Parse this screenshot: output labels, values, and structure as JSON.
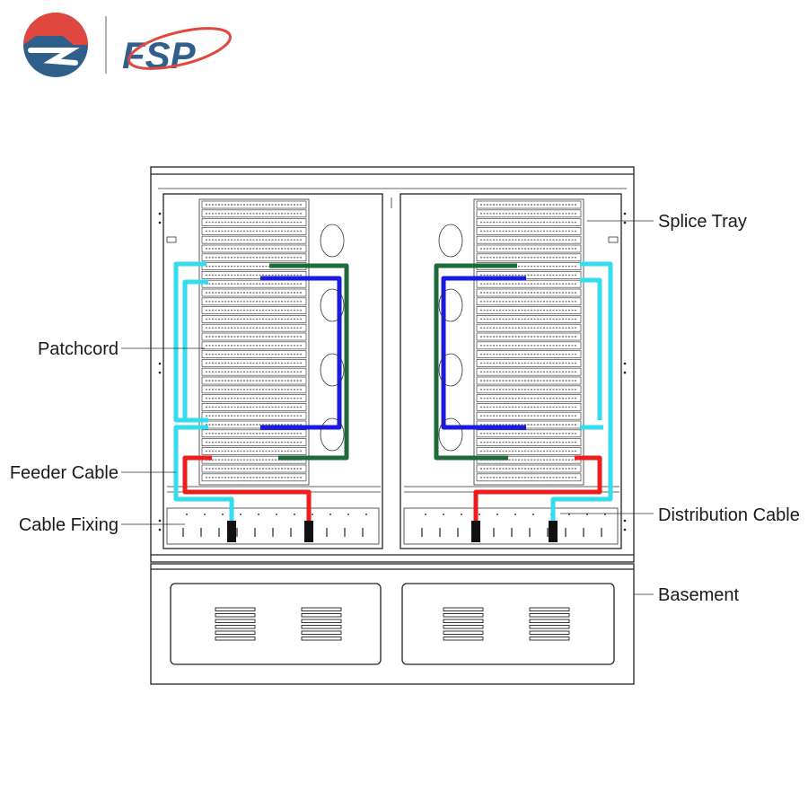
{
  "brand": {
    "name": "FSP",
    "colors": {
      "red": "#e0483f",
      "blue": "#2f5f8a"
    }
  },
  "labels": {
    "splice_tray": "Splice Tray",
    "patchcord": "Patchcord",
    "feeder_cable": "Feeder Cable",
    "cable_fixing": "Cable Fixing",
    "distribution_cable": "Distribution Cable",
    "basement": "Basement"
  },
  "legend_colors": {
    "patchcord_blue": "#1a1ae0",
    "patchcord_green": "#1e6b3a",
    "feeder_red": "#ee1c1c",
    "distribution_cyan": "#33ddee"
  }
}
